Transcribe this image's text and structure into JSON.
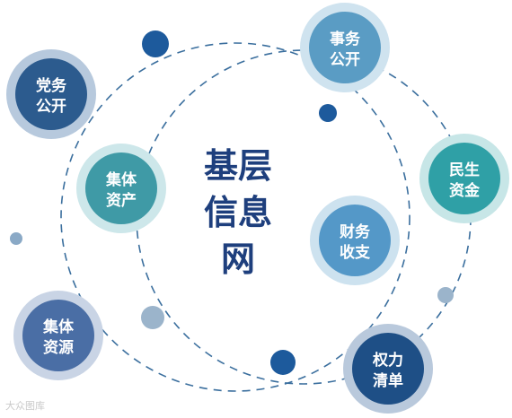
{
  "title_lines": [
    "基层",
    "信息",
    "网"
  ],
  "nodes": [
    {
      "id": "party",
      "lines": [
        "党务",
        "公开"
      ],
      "color": "#2c5b8e",
      "ring": "#b7c9dd"
    },
    {
      "id": "affairs",
      "lines": [
        "事务",
        "公开"
      ],
      "color": "#5a9cc4",
      "ring": "#cfe3ef"
    },
    {
      "id": "welfare",
      "lines": [
        "民生",
        "资金"
      ],
      "color": "#2fa0a6",
      "ring": "#c7e6e7"
    },
    {
      "id": "assets",
      "lines": [
        "集体",
        "资产"
      ],
      "color": "#3f9aa6",
      "ring": "#cde7ea"
    },
    {
      "id": "finance",
      "lines": [
        "财务",
        "收支"
      ],
      "color": "#5498c8",
      "ring": "#cde2ef"
    },
    {
      "id": "resources",
      "lines": [
        "集体",
        "资源"
      ],
      "color": "#4a6ea5",
      "ring": "#c9d4e5"
    },
    {
      "id": "power",
      "lines": [
        "权力",
        "清单"
      ],
      "color": "#1e4f86",
      "ring": "#b9c9dc"
    }
  ],
  "watermark": "大众图库",
  "colors": {
    "dash": "#3b6f9e",
    "title": "#1e3f7d"
  }
}
